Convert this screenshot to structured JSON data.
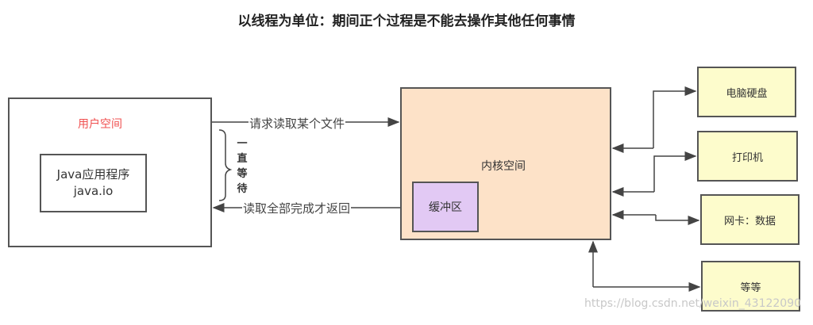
{
  "title": "以线程为单位：期间正个过程是不能去操作其他任何事情",
  "user_space": {
    "label": "用户空间",
    "app_line1": "Java应用程序",
    "app_line2": "java.io"
  },
  "wait_label": [
    "一",
    "直",
    "等",
    "待"
  ],
  "request_label": "请求读取某个文件",
  "return_label": "读取全部完成才返回",
  "kernel": {
    "label": "内核空间",
    "buffer": "缓冲区"
  },
  "devices": [
    "电脑硬盘",
    "打印机",
    "网卡：数据",
    "等等"
  ],
  "watermark": "https://blog.csdn.net/weixin_43122090",
  "colors": {
    "kernel": "#fde2c8",
    "buffer": "#e2c9f4",
    "device": "#fdfccc",
    "user_label": "#f05050"
  }
}
